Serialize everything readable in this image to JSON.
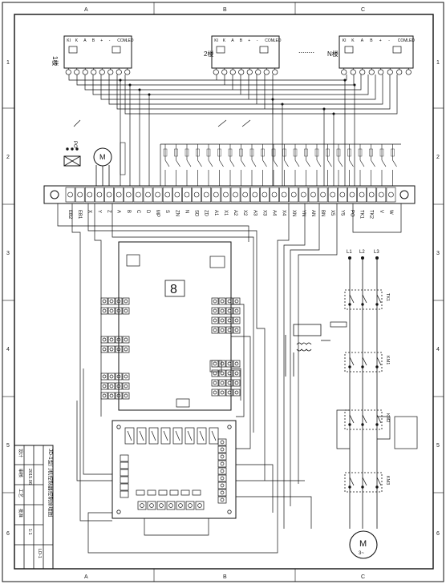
{
  "frame": {
    "top_zones": [
      "A",
      "B",
      "C"
    ],
    "bottom_zones": [
      "A",
      "B",
      "C"
    ],
    "left_zones": [
      "1",
      "2",
      "3",
      "4",
      "5",
      "6"
    ],
    "right_zones": [
      "1",
      "2",
      "3",
      "4",
      "5",
      "6"
    ]
  },
  "floor_modules": [
    {
      "label": "1楼",
      "pins": [
        "KI",
        "K",
        "A",
        "B",
        "+",
        "-",
        "COM",
        "LED"
      ]
    },
    {
      "label": "2楼",
      "pins": [
        "KI",
        "K",
        "A",
        "B",
        "+",
        "-",
        "COM",
        "LED"
      ]
    },
    {
      "label": "N楼",
      "pins": [
        "KI",
        "K",
        "A",
        "B",
        "+",
        "-",
        "COM",
        "LED"
      ]
    }
  ],
  "ellipsis": "........",
  "motor_small": {
    "label": "M",
    "note": "～",
    "tag": "PO"
  },
  "terminal_labels": [
    "EB2",
    "EB1",
    "X",
    "Y",
    "Z",
    "A",
    "B",
    "C",
    "D",
    "MP",
    "S",
    "ZN",
    "N",
    "SD",
    "ZD",
    "A1",
    "X1",
    "A2",
    "X2",
    "A3",
    "X3",
    "A4",
    "X4",
    "XN",
    "YN",
    "AN",
    "BN",
    "X5",
    "Y5",
    "PO",
    "TK1",
    "TK2",
    "V",
    "W"
  ],
  "relay_labels": [
    "TK1",
    "KM1",
    "KM2",
    "KM3"
  ],
  "title_block": {
    "rows": [
      "设计",
      "审核",
      "工艺",
      "批准"
    ],
    "title": "JD-1型门机控制器控制原理图",
    "code": "LD-1",
    "date": "2015.06",
    "scale": "1:1"
  },
  "power": {
    "lines": [
      "L1",
      "L2",
      "L3"
    ],
    "motor": "M",
    "motor_phase": "3~"
  },
  "board": {
    "display_digit": "8"
  }
}
